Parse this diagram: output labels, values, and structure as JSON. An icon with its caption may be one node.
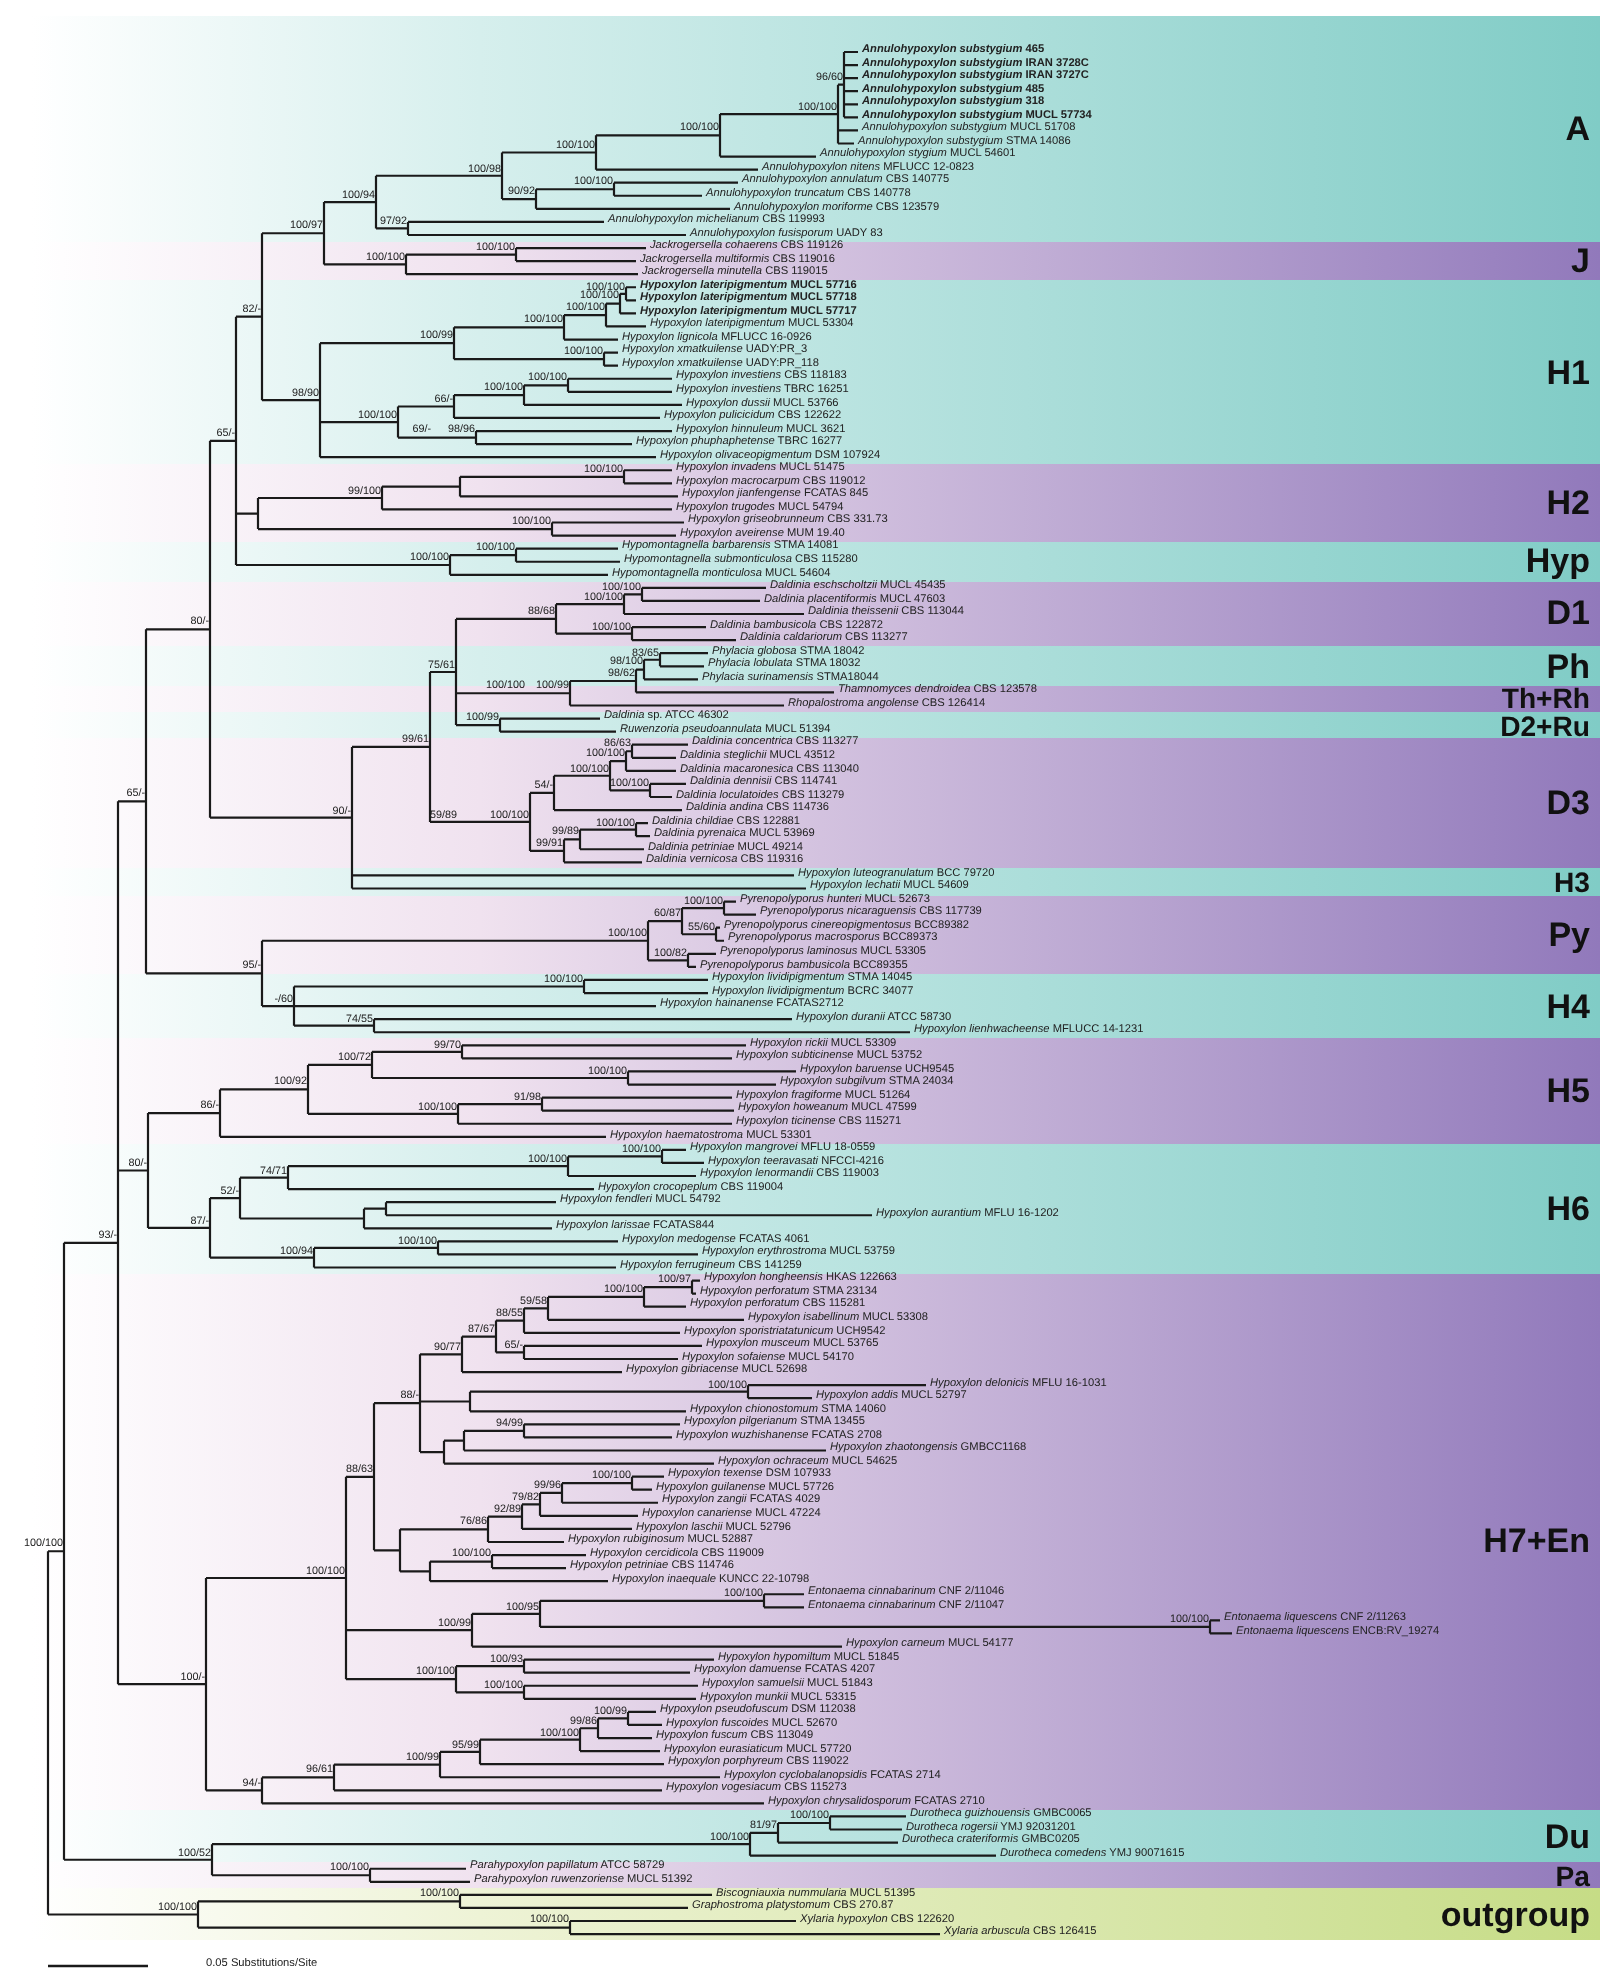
{
  "diagram": {
    "nodes": [
      {
        "text": [
          "A"
        ]
      },
      {
        "text": [
          "J"
        ]
      },
      {
        "text": [
          "H1"
        ]
      },
      {
        "text": [
          "H2"
        ]
      },
      {
        "text": [
          "Hyp"
        ]
      },
      {
        "text": [
          "D1"
        ]
      },
      {
        "text": [
          "Ph"
        ]
      },
      {
        "text": [
          "Th+Rh"
        ]
      },
      {
        "text": [
          "D2+Ru"
        ]
      },
      {
        "text": [
          "D3"
        ]
      },
      {
        "text": [
          "H3"
        ]
      },
      {
        "text": [
          "Py"
        ]
      },
      {
        "text": [
          "H4"
        ]
      },
      {
        "text": [
          "H5"
        ]
      },
      {
        "text": [
          "H6"
        ]
      },
      {
        "text": [
          "H7+En"
        ]
      },
      {
        "text": [
          "Du"
        ]
      },
      {
        "text": [
          "Pa"
        ]
      },
      {
        "text": [
          "outgroup"
        ]
      }
    ],
    "labels": [
      "*Annulohypoxylon substygium* 465",
      "*Annulohypoxylon substygium* IRAN 3728C",
      "*Annulohypoxylon substygium* IRAN 3727C",
      "*Annulohypoxylon substygium* 485",
      "*Annulohypoxylon substygium* 318",
      "*Annulohypoxylon substygium* MUCL 57734",
      "*Annulohypoxylon substygium* MUCL 51708",
      "*Annulohypoxylon substygium* STMA 14086",
      "*Annulohypoxylon stygium* MUCL 54601",
      "*Annulohypoxylon nitens* MFLUCC 12-0823",
      "*Annulohypoxylon annulatum* CBS 140775",
      "*Annulohypoxylon truncatum* CBS 140778",
      "*Annulohypoxylon moriforme* CBS 123579",
      "*Annulohypoxylon michelianum* CBS 119993",
      "*Annulohypoxylon fusisporum* UADY 83",
      "*Jackrogersella cohaerens* CBS 119126",
      "*Jackrogersella multiformis* CBS 119016",
      "*Jackrogersella minutella* CBS 119015",
      "*Hypoxylon lateripigmentum* MUCL 57716",
      "*Hypoxylon lateripigmentum* MUCL 57718",
      "*Hypoxylon lateripigmentum* MUCL 57717",
      "*Hypoxylon lateripigmentum* MUCL 53304",
      "*Hypoxylon lignicola* MFLUCC 16-0926",
      "*Hypoxylon xmatkuilense* UADY:PR_3",
      "*Hypoxylon xmatkuilense* UADY:PR_118",
      "*Hypoxylon investiens* CBS 118183",
      "*Hypoxylon investiens* TBRC 16251",
      "*Hypoxylon dussii* MUCL 53766",
      "*Hypoxylon pulicicidum* CBS 122622",
      "*Hypoxylon hinnuleum* MUCL 3621",
      "*Hypoxylon phuphaphetense* TBRC 16277",
      "*Hypoxylon olivaceopigmentum* DSM 107924",
      "*Hypoxylon invadens* MUCL 51475",
      "*Hypoxylon macrocarpum* CBS 119012",
      "*Hypoxylon jianfengense* FCATAS 845",
      "*Hypoxylon trugodes* MUCL 54794",
      "*Hypoxylon griseobrunneum* CBS 331.73",
      "*Hypoxylon aveirense* MUM 19.40",
      "*Hypomontagnella barbarensis* STMA 14081",
      "*Hypomontagnella submonticulosa* CBS 115280",
      "*Hypomontagnella monticulosa* MUCL 54604",
      "*Daldinia eschscholtzii* MUCL 45435",
      "*Daldinia placentiformis* MUCL 47603",
      "*Daldinia theissenii* CBS 113044",
      "*Daldinia bambusicola* CBS 122872",
      "*Daldinia caldariorum* CBS 113277",
      "*Phylacia globosa* STMA 18042",
      "*Phylacia lobulata* STMA 18032",
      "*Phylacia surinamensis* STMA18044",
      "*Thamnomyces dendroidea* CBS 123578",
      "*Rhopalostroma angolense* CBS 126414",
      "*Daldinia* sp. ATCC 46302",
      "*Ruwenzoria pseudoannulata* MUCL 51394",
      "*Daldinia concentrica* CBS 113277",
      "*Daldinia steglichii* MUCL 43512",
      "*Daldinia macaronesica* CBS 113040",
      "*Daldinia dennisii* CBS 114741",
      "*Daldinia loculatoides* CBS 113279",
      "*Daldinia andina* CBS 114736",
      "*Daldinia childiae* CBS 122881",
      "*Daldinia pyrenaica* MUCL 53969",
      "*Daldinia petriniae* MUCL 49214",
      "*Daldinia vernicosa* CBS 119316",
      "*Hypoxylon luteogranulatum* BCC 79720",
      "*Hypoxylon lechatii* MUCL 54609",
      "*Pyrenopolyporus hunteri* MUCL 52673",
      "*Pyrenopolyporus nicaraguensis* CBS 117739",
      "*Pyrenopolyporus cinereopigmentosus* BCC89382",
      "*Pyrenopolyporus macrosporus* BCC89373",
      "*Pyrenopolyporus laminosus* MUCL 53305",
      "*Pyrenopolyporus bambusicola* BCC89355",
      "*Hypoxylon lividipigmentum* STMA 14045",
      "*Hypoxylon lividipigmentum* BCRC 34077",
      "*Hypoxylon hainanense* FCATAS2712",
      "*Hypoxylon duranii* ATCC 58730",
      "*Hypoxylon lienhwacheense* MFLUCC 14-1231",
      "*Hypoxylon rickii* MUCL 53309",
      "*Hypoxylon subticinense* MUCL 53752",
      "*Hypoxylon baruense* UCH9545",
      "*Hypoxylon subgilvum* STMA 24034",
      "*Hypoxylon fragiforme* MUCL 51264",
      "*Hypoxylon howeanum* MUCL 47599",
      "*Hypoxylon ticinense* CBS 115271",
      "*Hypoxylon haematostroma* MUCL 53301",
      "*Hypoxylon mangrovei* MFLU 18-0559",
      "*Hypoxylon teeravasati* NFCCI-4216",
      "*Hypoxylon lenormandii* CBS 119003",
      "*Hypoxylon crocopeplum* CBS 119004",
      "*Hypoxylon fendleri* MUCL 54792",
      "*Hypoxylon aurantium* MFLU 16-1202",
      "*Hypoxylon larissae* FCATAS844",
      "*Hypoxylon medogense* FCATAS 4061",
      "*Hypoxylon erythrostroma* MUCL 53759",
      "*Hypoxylon ferrugineum* CBS 141259",
      "*Hypoxylon hongheensis* HKAS 122663",
      "*Hypoxylon perforatum* STMA 23134",
      "*Hypoxylon perforatum* CBS 115281",
      "*Hypoxylon isabellinum* MUCL 53308",
      "*Hypoxylon sporistriatatunicum* UCH9542",
      "*Hypoxylon musceum* MUCL 53765",
      "*Hypoxylon sofaiense* MUCL 54170",
      "*Hypoxylon gibriacense* MUCL 52698",
      "*Hypoxylon delonicis* MFLU 16-1031",
      "*Hypoxylon addis* MUCL 52797",
      "*Hypoxylon chionostomum* STMA 14060",
      "*Hypoxylon pilgerianum* STMA 13455",
      "*Hypoxylon wuzhishanense* FCATAS 2708",
      "*Hypoxylon zhaotongensis* GMBCC1168",
      "*Hypoxylon ochraceum* MUCL 54625",
      "*Hypoxylon texense* DSM 107933",
      "*Hypoxylon guilanense* MUCL 57726",
      "*Hypoxylon zangii* FCATAS 4029",
      "*Hypoxylon canariense* MUCL 47224",
      "*Hypoxylon laschii* MUCL 52796",
      "*Hypoxylon rubiginosum* MUCL 52887",
      "*Hypoxylon cercidicola* CBS 119009",
      "*Hypoxylon petriniae* CBS 114746",
      "*Hypoxylon inaequale* KUNCC 22-10798",
      "*Entonaema cinnabarinum* CNF 2/11046",
      "*Entonaema cinnabarinum* CNF 2/11047",
      "*Entonaema liquescens* CNF 2/11263",
      "*Entonaema liquescens* ENCB:RV_19274",
      "*Hypoxylon carneum* MUCL 54177",
      "*Hypoxylon hypomiltum* MUCL 51845",
      "*Hypoxylon damuense* FCATAS 4207",
      "*Hypoxylon samuelsii* MUCL 51843",
      "*Hypoxylon munkii* MUCL 53315",
      "*Hypoxylon pseudofuscum* DSM 112038",
      "*Hypoxylon fuscoides* MUCL 52670",
      "*Hypoxylon fuscum* CBS 113049",
      "*Hypoxylon eurasiaticum* MUCL 57720",
      "*Hypoxylon porphyreum* CBS 119022",
      "*Hypoxylon cyclobalanopsidis* FCATAS 2714",
      "*Hypoxylon vogesiacum* CBS 115273",
      "*Hypoxylon chrysalidosporum* FCATAS 2710",
      "*Durotheca guizhouensis* GMBC0065",
      "*Durotheca rogersii* YMJ 92031201",
      "*Durotheca crateriformis* GMBC0205",
      "*Durotheca comedens* YMJ 90071615",
      "*Parahypoxylon papillatum* ATCC 58729",
      "*Parahypoxylon ruwenzoriense* MUCL 51392",
      "*Biscogniauxia nummularia* MUCL 51395",
      "*Graphostroma platystomum* CBS 270.87",
      "*Xylaria hypoxylon* CBS 122620",
      "*Xylaria arbuscula* CBS 126415",
      "100/100",
      "93/-",
      "65/-",
      "80/-",
      "65/-",
      "82/-",
      "100/97",
      "100/94",
      "100/98",
      "100/100",
      "100/100",
      "100/100",
      "96/60",
      "90/92",
      "100/100",
      "97/92",
      "100/100",
      "100/100",
      "98/90",
      "100/99",
      "100/100",
      "100/100",
      "100/100",
      "100/100",
      "100/100",
      "100/100",
      "66/-",
      "100/100",
      "100/100",
      "69/-",
      "98/96",
      "99/100",
      "100/100",
      "100/100",
      "100/100",
      "100/100",
      "90/-",
      "99/61",
      "75/61",
      "88/68",
      "100/100",
      "100/100",
      "100/100",
      "100/100",
      "100/99",
      "98/62",
      "98/100",
      "83/65",
      "100/99",
      "59/89",
      "100/100",
      "54/-",
      "100/100",
      "100/100",
      "86/63",
      "100/100",
      "99/91",
      "99/89",
      "100/100",
      "95/-",
      "100/100",
      "60/87",
      "100/100",
      "55/60",
      "100/82",
      "-/60",
      "100/100",
      "74/55",
      "80/-",
      "86/-",
      "100/92",
      "100/72",
      "99/70",
      "100/100",
      "100/100",
      "91/98",
      "87/-",
      "52/-",
      "74/71",
      "100/100",
      "100/100",
      "100/94",
      "100/100",
      "100/-",
      "100/100",
      "88/63",
      "88/-",
      "90/77",
      "87/67",
      "88/55",
      "59/58",
      "100/100",
      "100/97",
      "65/-",
      "100/100",
      "94/99",
      "76/86",
      "92/89",
      "79/82",
      "99/96",
      "100/100",
      "100/100",
      "100/99",
      "100/95",
      "100/100",
      "100/100",
      "100/100",
      "100/93",
      "100/100",
      "94/-",
      "96/61",
      "100/99",
      "95/99",
      "100/100",
      "99/86",
      "100/99",
      "100/52",
      "100/100",
      "81/97",
      "100/100",
      "100/100",
      "100/100",
      "100/100",
      "100/100",
      "0.05 Substitutions/Site"
    ]
  }
}
